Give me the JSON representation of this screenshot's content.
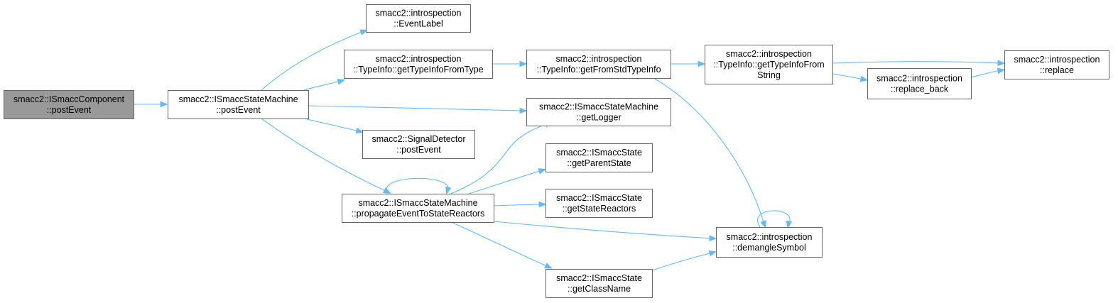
{
  "graph": {
    "edge_color": "#63b8ff",
    "root_fill": "#999999",
    "nodes": [
      {
        "id": "ismacc_component_postevent",
        "lines": [
          "smacc2::ISmaccComponent",
          "::postEvent"
        ],
        "root": true
      },
      {
        "id": "ismacc_sm_postevent",
        "lines": [
          "smacc2::ISmaccStateMachine",
          "::postEvent"
        ]
      },
      {
        "id": "eventlabel",
        "lines": [
          "smacc2::introspection",
          "::EventLabel"
        ]
      },
      {
        "id": "gettypeinfofromtype",
        "lines": [
          "smacc2::introspection",
          "::TypeInfo::getTypeInfoFromType"
        ]
      },
      {
        "id": "getfromstdtypeinfo",
        "lines": [
          "smacc2::introspection",
          "::TypeInfo::getFromStdTypeInfo"
        ]
      },
      {
        "id": "gettypeinfofromstring",
        "lines": [
          "smacc2::introspection",
          "::TypeInfo::getTypeInfoFrom",
          "String"
        ]
      },
      {
        "id": "replace",
        "lines": [
          "smacc2::introspection",
          "::replace"
        ]
      },
      {
        "id": "replace_back",
        "lines": [
          "smacc2::introspection",
          "::replace_back"
        ]
      },
      {
        "id": "getlogger",
        "lines": [
          "smacc2::ISmaccStateMachine",
          "::getLogger"
        ]
      },
      {
        "id": "signaldetector_postevent",
        "lines": [
          "smacc2::SignalDetector",
          "::postEvent"
        ]
      },
      {
        "id": "propagate",
        "lines": [
          "smacc2::ISmaccStateMachine",
          "::propagateEventToStateReactors"
        ]
      },
      {
        "id": "getparentstate",
        "lines": [
          "smacc2::ISmaccState",
          "::getParentState"
        ]
      },
      {
        "id": "getstatereactors",
        "lines": [
          "smacc2::ISmaccState",
          "::getStateReactors"
        ]
      },
      {
        "id": "demanglesymbol",
        "lines": [
          "smacc2::introspection",
          "::demangleSymbol"
        ]
      },
      {
        "id": "getclassname",
        "lines": [
          "smacc2::ISmaccState",
          "::getClassName"
        ]
      }
    ],
    "edges": [
      {
        "from": "ismacc_component_postevent",
        "to": "ismacc_sm_postevent"
      },
      {
        "from": "ismacc_sm_postevent",
        "to": "eventlabel"
      },
      {
        "from": "ismacc_sm_postevent",
        "to": "gettypeinfofromtype"
      },
      {
        "from": "ismacc_sm_postevent",
        "to": "getlogger"
      },
      {
        "from": "ismacc_sm_postevent",
        "to": "signaldetector_postevent"
      },
      {
        "from": "ismacc_sm_postevent",
        "to": "propagate"
      },
      {
        "from": "gettypeinfofromtype",
        "to": "getfromstdtypeinfo"
      },
      {
        "from": "getfromstdtypeinfo",
        "to": "gettypeinfofromstring"
      },
      {
        "from": "getfromstdtypeinfo",
        "to": "demanglesymbol"
      },
      {
        "from": "gettypeinfofromstring",
        "to": "replace"
      },
      {
        "from": "gettypeinfofromstring",
        "to": "replace_back"
      },
      {
        "from": "replace_back",
        "to": "replace"
      },
      {
        "from": "propagate",
        "to": "propagate"
      },
      {
        "from": "propagate",
        "to": "getlogger"
      },
      {
        "from": "propagate",
        "to": "getparentstate"
      },
      {
        "from": "propagate",
        "to": "getstatereactors"
      },
      {
        "from": "propagate",
        "to": "demanglesymbol"
      },
      {
        "from": "propagate",
        "to": "getclassname"
      },
      {
        "from": "demanglesymbol",
        "to": "demanglesymbol"
      },
      {
        "from": "getclassname",
        "to": "demanglesymbol"
      }
    ]
  }
}
